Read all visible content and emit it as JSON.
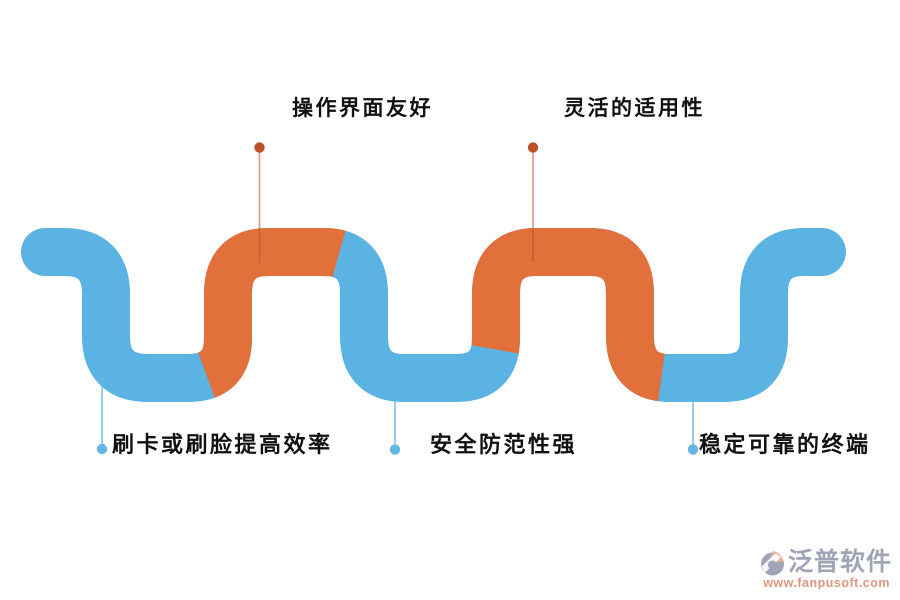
{
  "colors": {
    "wave_blue": "#5AB3E2",
    "wave_orange": "#E1703A",
    "dot_orange": "#BC5127",
    "dot_blue": "#66B6E3",
    "label_text": "#111111",
    "logo_gray": "#9298AE",
    "logo_salmon": "#D9896F"
  },
  "features": {
    "top": [
      {
        "label": "操作界面友好"
      },
      {
        "label": "灵活的适用性"
      }
    ],
    "bottom": [
      {
        "label": "刷卡或刷脸提高效率"
      },
      {
        "label": "安全防范性强"
      },
      {
        "label": "稳定可靠的终端"
      }
    ]
  },
  "watermark": {
    "brand": "泛普软件",
    "url": "www.fanpusoft.com"
  }
}
